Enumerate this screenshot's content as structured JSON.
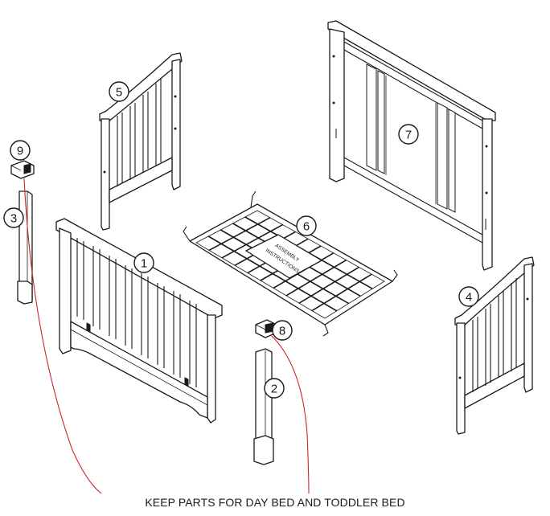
{
  "callouts": {
    "c1": "1",
    "c2": "2",
    "c3": "3",
    "c4": "4",
    "c5": "5",
    "c6": "6",
    "c7": "7",
    "c8": "8",
    "c9": "9"
  },
  "mattress_label": {
    "line1": "ASSEMBLY",
    "line2": "INSTRUCTIONS"
  },
  "note": "KEEP PARTS FOR DAY BED AND TODDLER BED",
  "colors": {
    "line_art": "#1a1a1a",
    "leader_lines": "#d2232a",
    "background": "#ffffff"
  }
}
